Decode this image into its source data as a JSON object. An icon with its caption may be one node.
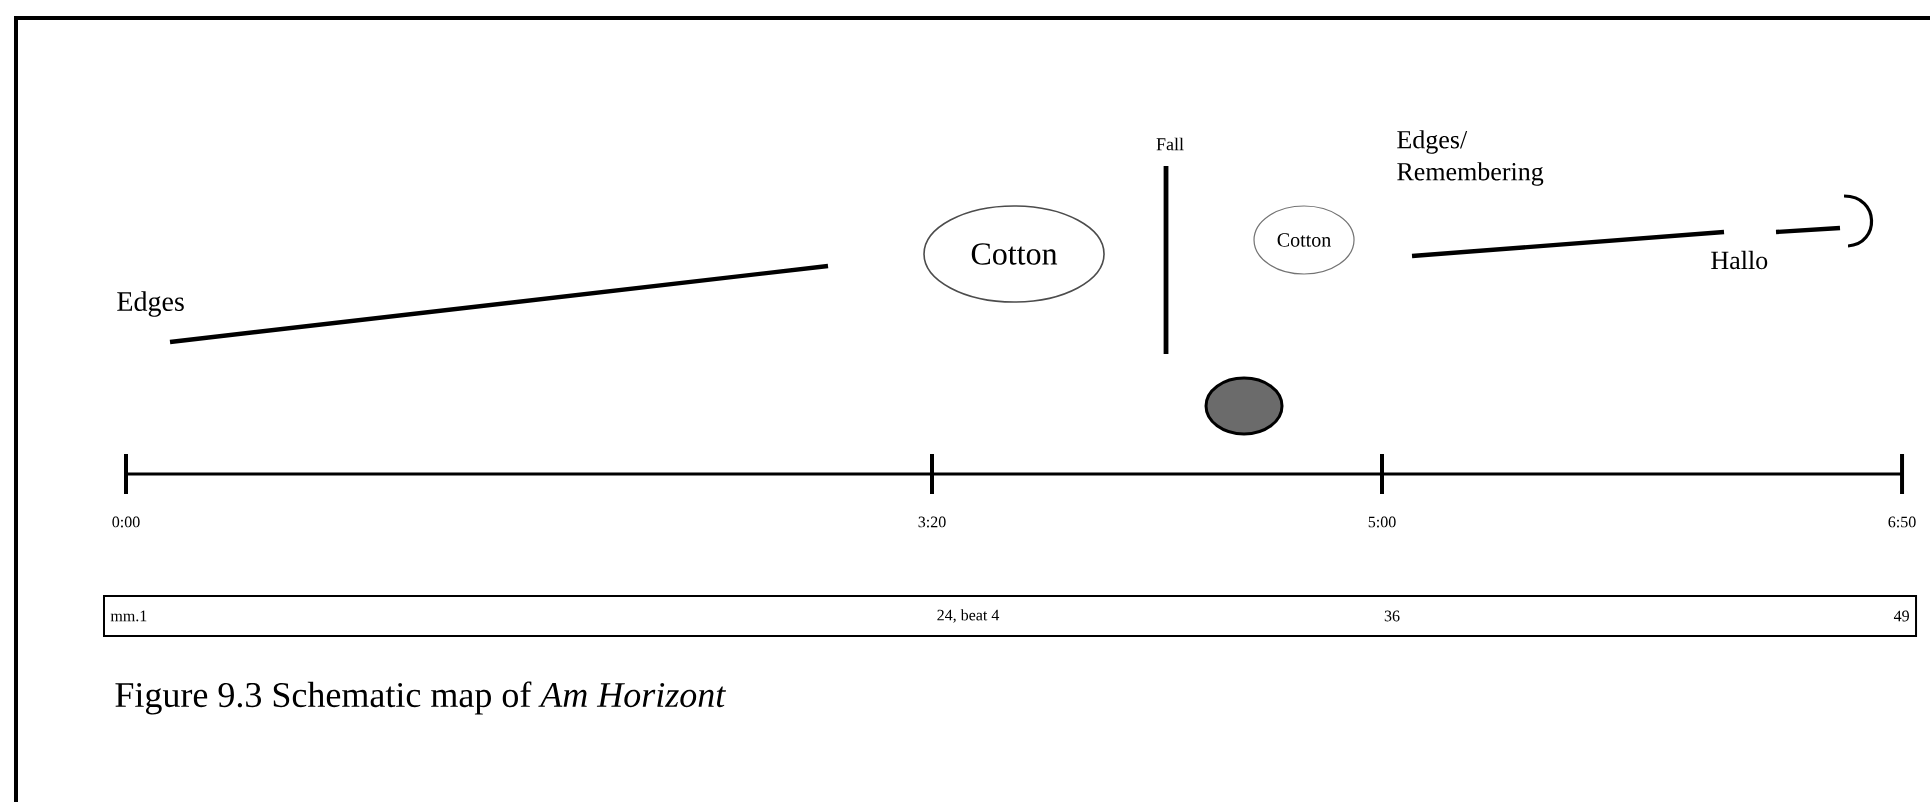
{
  "diagram": {
    "caption": "Figure 9.3 Schematic map of *Am Horizont*",
    "nodes": [
      {
        "text": [
          "Cotton"
        ]
      },
      {
        "text": [
          "Cotton"
        ]
      },
      {
        "text": [],
        "shape": "circle"
      }
    ],
    "labels": [
      "Fall",
      "Edges/ Remembering",
      "Edges",
      "Hallo",
      "0:00",
      "3:20",
      "5:00",
      "6:50",
      "mm.1",
      "24, beat 4",
      "36",
      "49"
    ]
  }
}
